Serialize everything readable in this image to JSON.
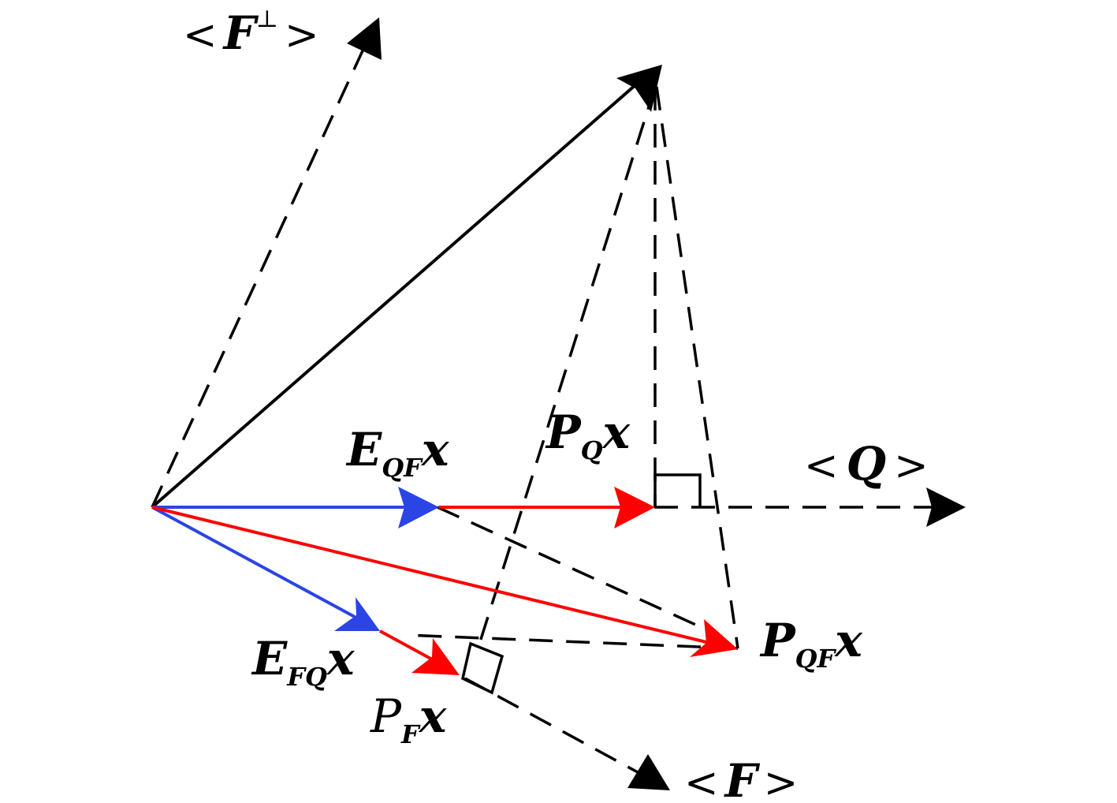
{
  "labels": {
    "f_perp": {
      "open": "<",
      "main": "F",
      "sup": "⊥",
      "close": ">"
    },
    "q_span": {
      "open": "<",
      "main": "Q",
      "close": ">"
    },
    "f_span": {
      "open": "<",
      "main": "F",
      "close": ">"
    },
    "e_qf": {
      "main": "E",
      "sub": "QF",
      "vec": "x"
    },
    "p_q": {
      "main": "P",
      "sub": "Q",
      "vec": "x"
    },
    "p_qf": {
      "main": "P",
      "sub": "QF",
      "vec": "x"
    },
    "e_fq": {
      "main": "E",
      "sub": "FQ",
      "vec": "x"
    },
    "p_f": {
      "main": "P",
      "sub": "F",
      "vec": "x"
    }
  },
  "colors": {
    "black": "#000000",
    "red": "#ff0000",
    "blue": "#2a44e6"
  }
}
